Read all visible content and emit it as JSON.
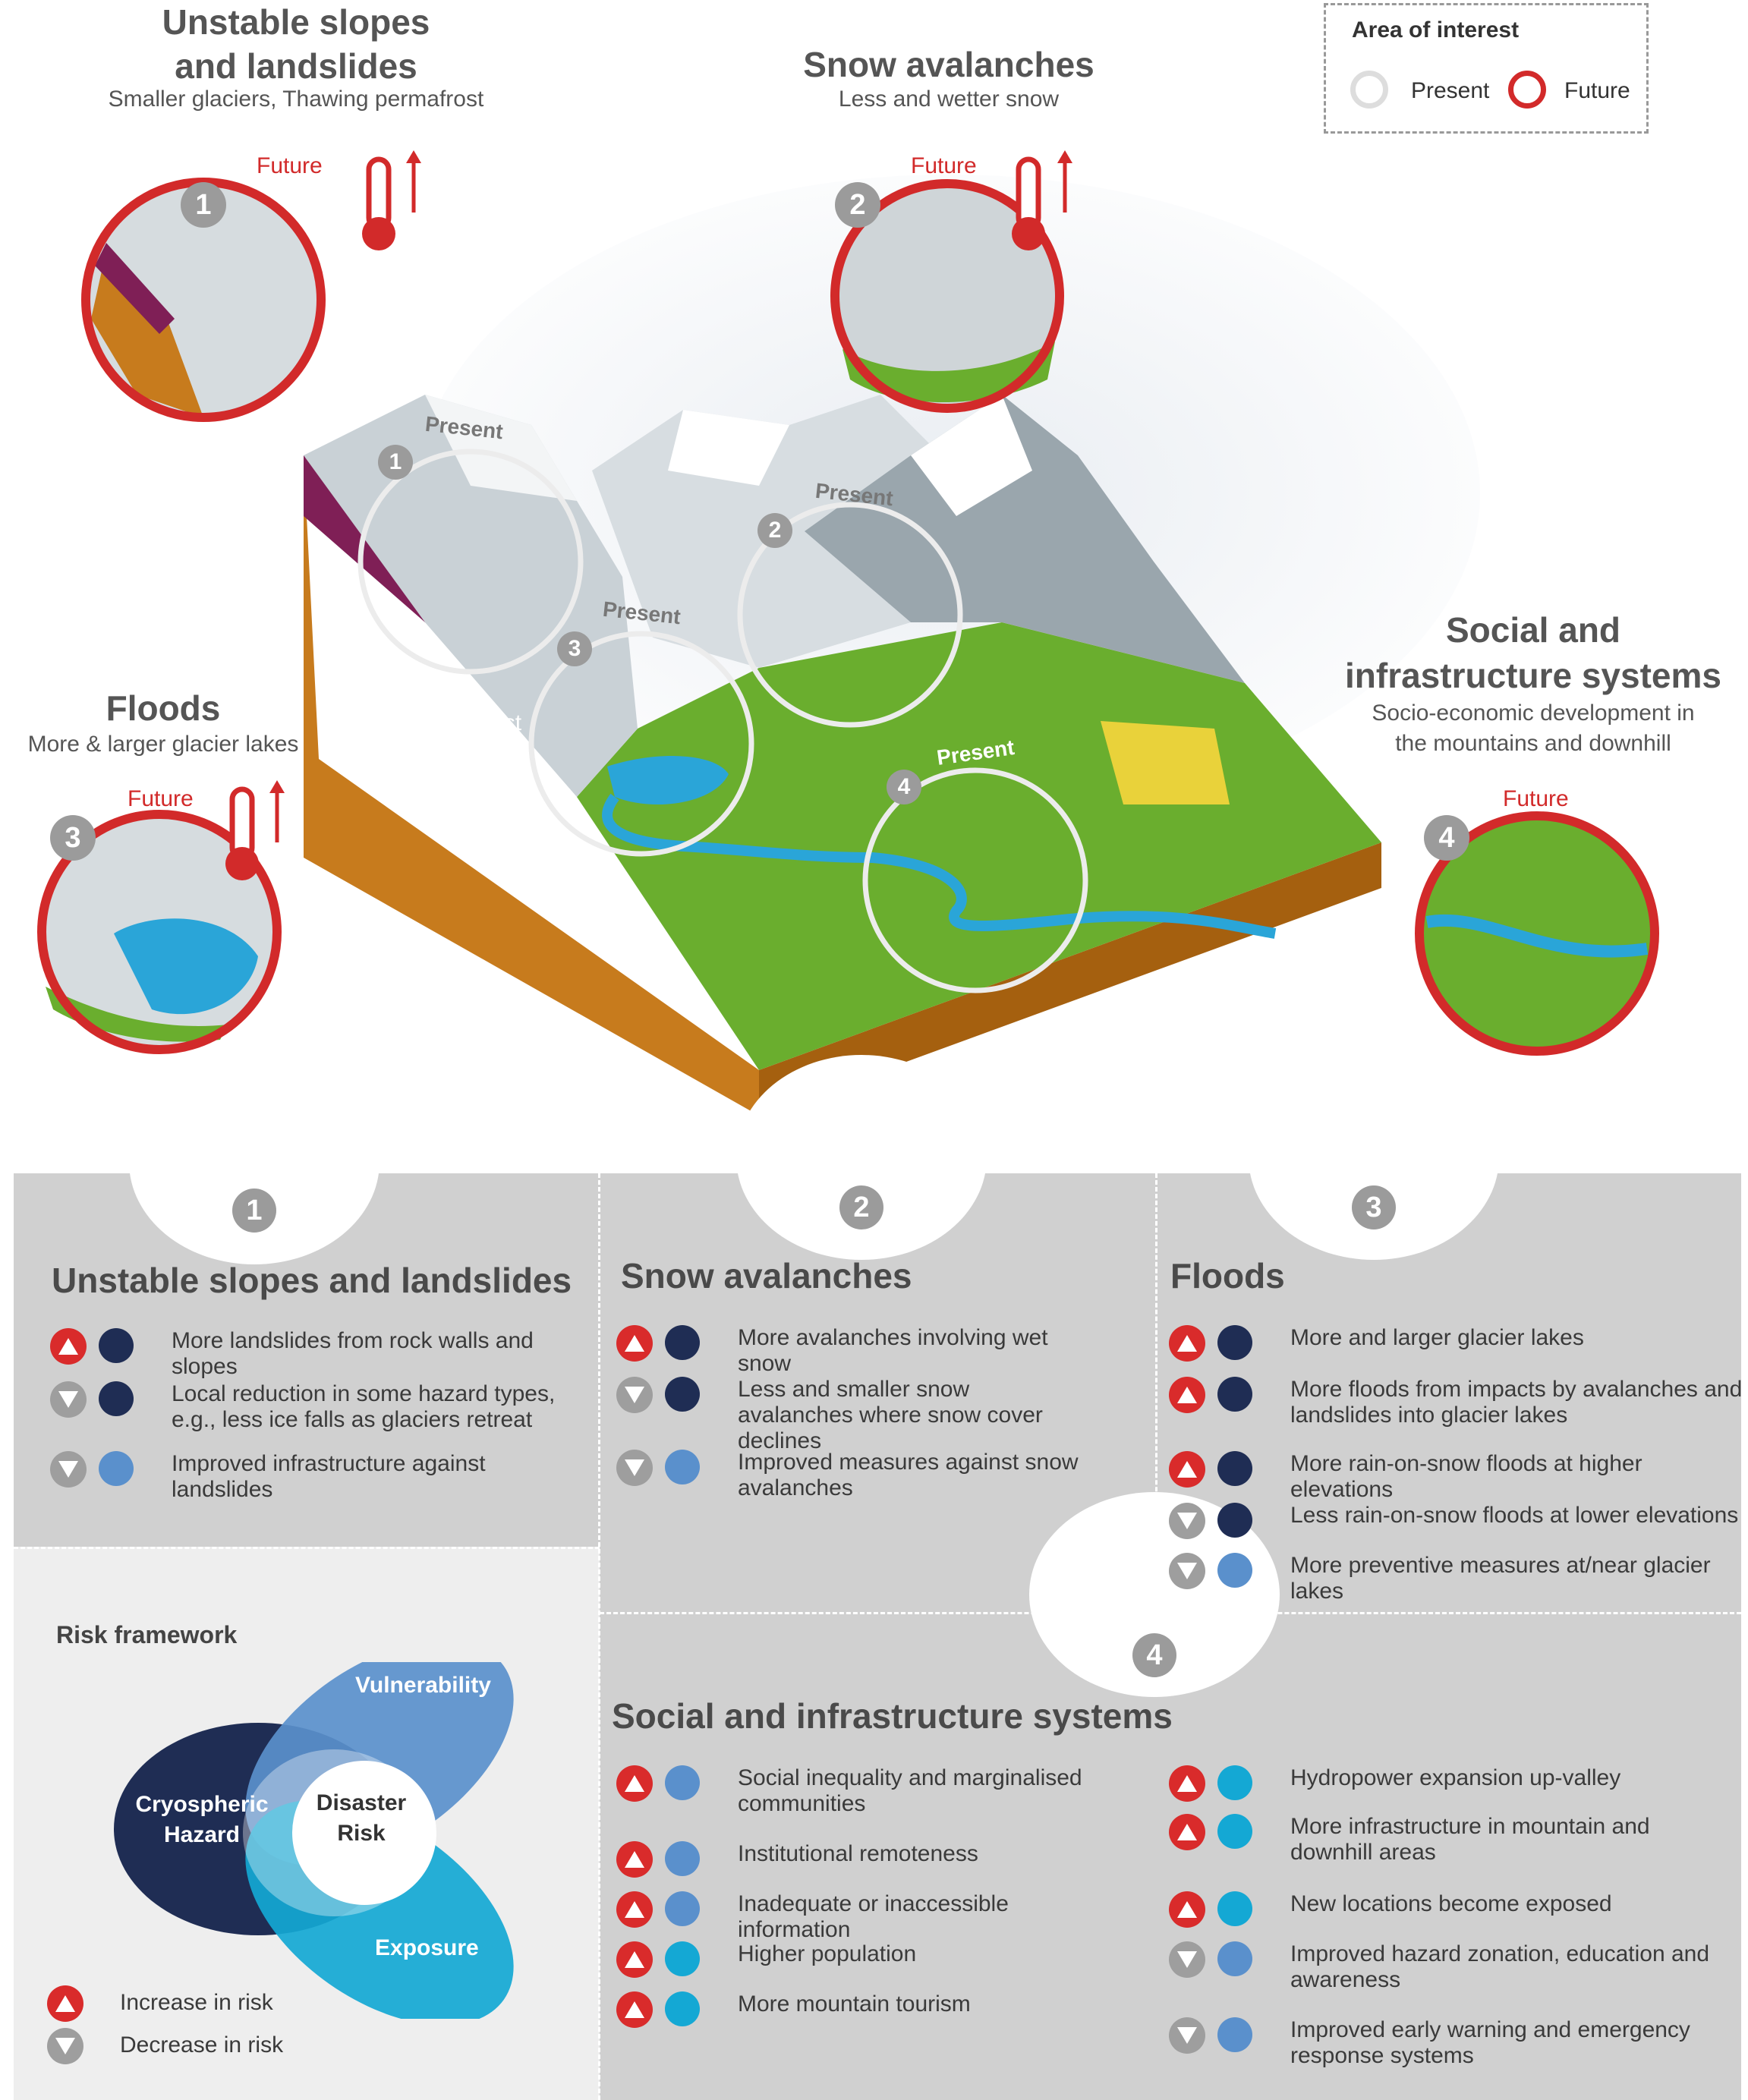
{
  "callouts": {
    "c1": {
      "title": "Unstable slopes\nand landslides",
      "subtitle": "Smaller glaciers, Thawing permafrost",
      "future": "Future",
      "number": "1"
    },
    "c2": {
      "title": "Snow avalanches",
      "subtitle": "Less and wetter snow",
      "future": "Future",
      "number": "2"
    },
    "c3": {
      "title": "Floods",
      "subtitle": "More & larger glacier lakes",
      "future": "Future",
      "number": "3"
    },
    "c4": {
      "title": "Social and\ninfrastructure systems",
      "subtitle": "Socio-economic development in\nthe mountains and downhill",
      "future": "Future",
      "number": "4"
    }
  },
  "legend": {
    "title": "Area of interest",
    "present": "Present",
    "future": "Future"
  },
  "landscape": {
    "present_label": "Present",
    "permafrost_label": "Thawing permafrost"
  },
  "panels": {
    "p1": {
      "number": "1",
      "title": "Unstable slopes and landslides",
      "items": [
        {
          "dir": "up",
          "dot": "dark",
          "text": "More landslides from rock walls and slopes"
        },
        {
          "dir": "down",
          "dot": "dark",
          "text": "Local reduction in some hazard types, e.g., less ice falls as glaciers retreat"
        },
        {
          "dir": "down",
          "dot": "mid",
          "text": "Improved infrastructure against landslides"
        }
      ]
    },
    "p2": {
      "number": "2",
      "title": "Snow avalanches",
      "items": [
        {
          "dir": "up",
          "dot": "dark",
          "text": "More avalanches involving wet snow"
        },
        {
          "dir": "down",
          "dot": "dark",
          "text": "Less and smaller snow avalanches where snow cover declines"
        },
        {
          "dir": "down",
          "dot": "mid",
          "text": "Improved measures against snow avalanches"
        }
      ]
    },
    "p3": {
      "number": "3",
      "title": "Floods",
      "items": [
        {
          "dir": "up",
          "dot": "dark",
          "text": "More and larger glacier lakes"
        },
        {
          "dir": "up",
          "dot": "dark",
          "text": "More floods from impacts by avalanches and landslides into glacier lakes"
        },
        {
          "dir": "up",
          "dot": "dark",
          "text": "More rain-on-snow floods at higher elevations"
        },
        {
          "dir": "down",
          "dot": "dark",
          "text": "Less rain-on-snow floods at lower elevations"
        },
        {
          "dir": "down",
          "dot": "mid",
          "text": "More preventive measures at/near glacier lakes"
        }
      ]
    },
    "p4": {
      "number": "4",
      "title": "Social and infrastructure systems",
      "left": [
        {
          "dir": "up",
          "dot": "mid",
          "text": "Social inequality and marginalised communities"
        },
        {
          "dir": "up",
          "dot": "mid",
          "text": "Institutional remoteness"
        },
        {
          "dir": "up",
          "dot": "mid",
          "text": "Inadequate or inaccessible information"
        },
        {
          "dir": "up",
          "dot": "cyan",
          "text": "Higher population"
        },
        {
          "dir": "up",
          "dot": "cyan",
          "text": "More mountain tourism"
        }
      ],
      "right": [
        {
          "dir": "up",
          "dot": "cyan",
          "text": "Hydropower expansion up-valley"
        },
        {
          "dir": "up",
          "dot": "cyan",
          "text": "More infrastructure in mountain and downhill areas"
        },
        {
          "dir": "up",
          "dot": "cyan",
          "text": "New locations become exposed"
        },
        {
          "dir": "down",
          "dot": "mid",
          "text": "Improved hazard zonation, education and awareness"
        },
        {
          "dir": "down",
          "dot": "mid",
          "text": "Improved early warning and emergency response systems"
        }
      ]
    }
  },
  "risk": {
    "title": "Risk framework",
    "hazard": "Cryospheric Hazard",
    "vulnerability": "Vulnerability",
    "exposure": "Exposure",
    "center": "Disaster Risk",
    "increase": "Increase in risk",
    "decrease": "Decrease in risk"
  },
  "colors": {
    "dark": "#1f2d54",
    "mid": "#5a90cc",
    "cyan": "#14a8d4",
    "up": "#d92b2b",
    "down": "#9e9e9e"
  }
}
